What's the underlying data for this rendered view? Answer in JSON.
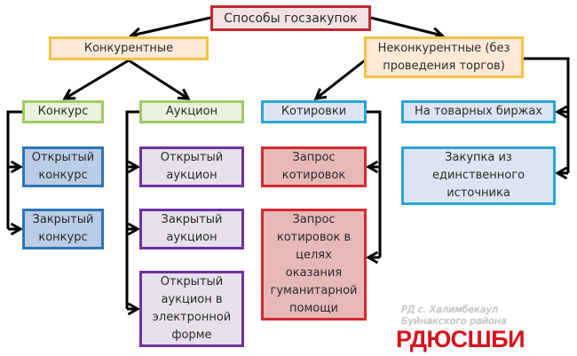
{
  "diagram": {
    "root": {
      "label": "Способы госзакупок"
    },
    "competitive": {
      "label": "Конкурентные",
      "children": [
        {
          "label": "Конкурс",
          "children": [
            "Открытый конкурс",
            "Закрытый конкурс"
          ]
        },
        {
          "label": "Аукцион",
          "children": [
            "Открытый аукцион",
            "Закрытый аукцион",
            "Открытый аукцион в электронной форме"
          ]
        }
      ]
    },
    "noncompetitive": {
      "label": "Неконкурентные (без проведения торгов)",
      "children": [
        {
          "label": "Котировки",
          "children": [
            "Запрос котировок",
            "Запрос котировок в целях оказания гуманитарной помощи"
          ]
        },
        {
          "label": "На товарных биржах"
        },
        {
          "label": "Закупка из единственного источника"
        }
      ]
    }
  },
  "watermark": {
    "line1": "РД с. Халимбекаул",
    "line2": "Буйнакского района",
    "logo": "РДЮСШБИ"
  },
  "colors": {
    "root_border": "#c0282d",
    "category_border": "#f5c242",
    "method_border": "#9ccc65",
    "noncomp_border": "#2aa3d8",
    "konkurs_leaf": "#2e75b6",
    "auction_leaf": "#7030a0",
    "quotes_leaf": "#d9282f",
    "logo_red": "#d6141c"
  }
}
